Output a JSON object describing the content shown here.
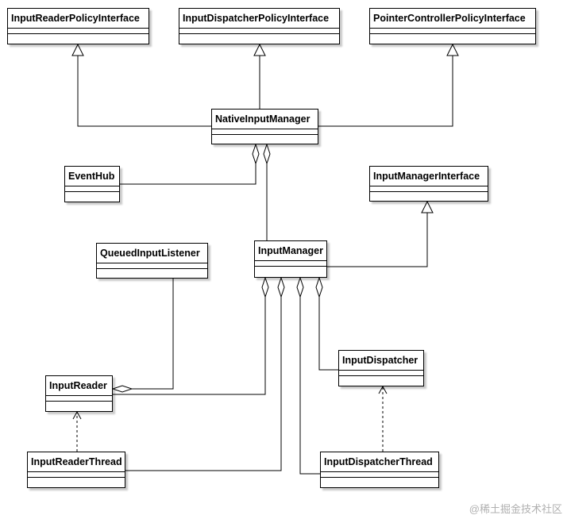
{
  "classes": {
    "input_reader_policy_interface": "InputReaderPolicyInterface",
    "input_dispatcher_policy_interface": "InputDispatcherPolicyInterface",
    "pointer_controller_policy_interface": "PointerControllerPolicyInterface",
    "native_input_manager": "NativeInputManager",
    "event_hub": "EventHub",
    "input_manager_interface": "InputManagerInterface",
    "queued_input_listener": "QueuedInputListener",
    "input_manager": "InputManager",
    "input_dispatcher": "InputDispatcher",
    "input_reader": "InputReader",
    "input_reader_thread": "InputReaderThread",
    "input_dispatcher_thread": "InputDispatcherThread"
  },
  "relations": [
    {
      "type": "generalization",
      "from": "NativeInputManager",
      "to": "InputReaderPolicyInterface"
    },
    {
      "type": "generalization",
      "from": "NativeInputManager",
      "to": "InputDispatcherPolicyInterface"
    },
    {
      "type": "generalization",
      "from": "NativeInputManager",
      "to": "PointerControllerPolicyInterface"
    },
    {
      "type": "aggregation",
      "whole": "NativeInputManager",
      "part": "EventHub"
    },
    {
      "type": "aggregation",
      "whole": "NativeInputManager",
      "part": "InputManager"
    },
    {
      "type": "generalization",
      "from": "InputManager",
      "to": "InputManagerInterface"
    },
    {
      "type": "aggregation",
      "whole": "InputManager",
      "part": "InputReader"
    },
    {
      "type": "aggregation",
      "whole": "InputManager",
      "part": "InputReaderThread"
    },
    {
      "type": "aggregation",
      "whole": "InputManager",
      "part": "InputDispatcherThread"
    },
    {
      "type": "aggregation",
      "whole": "InputManager",
      "part": "InputDispatcher"
    },
    {
      "type": "aggregation",
      "whole": "InputReader",
      "part": "QueuedInputListener"
    },
    {
      "type": "realization",
      "from": "InputReaderThread",
      "to": "InputReader"
    },
    {
      "type": "realization",
      "from": "InputDispatcherThread",
      "to": "InputDispatcher"
    }
  ],
  "watermark": "@稀土掘金技术社区"
}
